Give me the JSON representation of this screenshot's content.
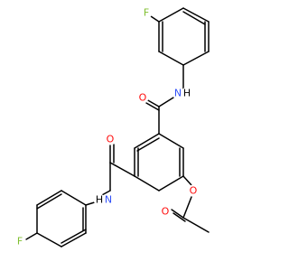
{
  "diagram": {
    "type": "chemical-structure",
    "atom_labels": {
      "f_top": "F",
      "n_top": "N",
      "h_top": "H",
      "o_top": "O",
      "o_mid": "O",
      "n_bot": "N",
      "h_bot": "H",
      "o_ester": "O",
      "o_carbonyl": "O",
      "f_bot": "F"
    },
    "colors": {
      "bond": "#000000",
      "fluorine": "#7fbf2f",
      "nitrogen": "#3050f8",
      "hydrogen": "#000000",
      "oxygen": "#ff0d0d"
    }
  }
}
